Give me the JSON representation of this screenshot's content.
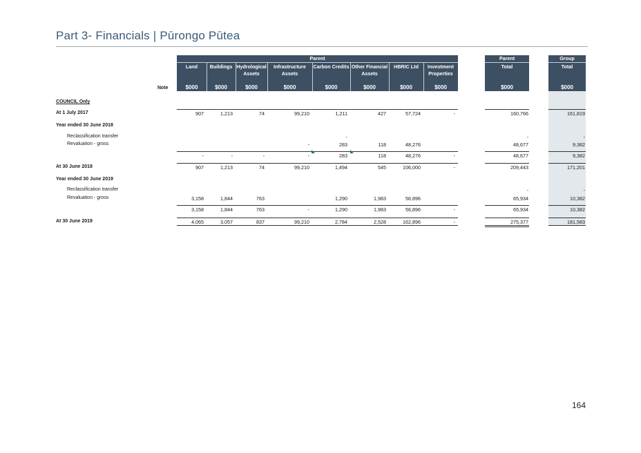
{
  "page": {
    "title": "Part 3- Financials | Pūrongo Pūtea",
    "page_number": "164"
  },
  "header": {
    "parent_band": "Parent",
    "parent_total_band": "Parent",
    "group_band": "Group",
    "note_label": "Note",
    "columns": [
      {
        "l1": "Land",
        "l2": "",
        "unit": "$000"
      },
      {
        "l1": "Buildings",
        "l2": "",
        "unit": "$000"
      },
      {
        "l1": "Hydrological",
        "l2": "Assets",
        "unit": "$000"
      },
      {
        "l1": "Infrastructure",
        "l2": "Assets",
        "unit": "$000"
      },
      {
        "l1": "Carbon Credits",
        "l2": "",
        "unit": "$000"
      },
      {
        "l1": "Other Financial",
        "l2": "Assets",
        "unit": "$000"
      },
      {
        "l1": "HBRIC Ltd",
        "l2": "",
        "unit": "$000"
      },
      {
        "l1": "Investment",
        "l2": "Properties",
        "unit": "$000"
      }
    ],
    "parent_total": {
      "label": "Total",
      "unit": "$000"
    },
    "group_total": {
      "label": "Total",
      "unit": "$000"
    }
  },
  "rows": {
    "council_only": "COUNCIL Only",
    "at_1_july_2017": {
      "label": "At 1 July 2017",
      "values": [
        "907",
        "1,213",
        "74",
        "99,210",
        "1,211",
        "427",
        "57,724",
        "-"
      ],
      "parent_total": "160,766",
      "group_total": "161,819"
    },
    "ye_2018": "Year ended 30 June 2018",
    "reclass_2018": {
      "label": "Reclassification transfer",
      "values": [
        "",
        "",
        "",
        "",
        "-",
        "",
        "",
        ""
      ],
      "parent_total": "-",
      "group_total": "-"
    },
    "reval_2018": {
      "label": "Revaluation - gross",
      "values": [
        "",
        "",
        "",
        "-",
        "283",
        "118",
        "48,276",
        ""
      ],
      "parent_total": "48,677",
      "group_total": "9,382"
    },
    "subtotal_2018": {
      "values": [
        "-",
        "-",
        "-",
        "-",
        "283",
        "118",
        "48,276",
        "-"
      ],
      "parent_total": "48,677",
      "group_total": "9,382"
    },
    "at_30_june_2018": {
      "label": "At 30 June 2018",
      "values": [
        "907",
        "1,213",
        "74",
        "99,210",
        "1,494",
        "545",
        "106,000",
        "-"
      ],
      "parent_total": "209,443",
      "group_total": "171,201"
    },
    "ye_2019": "Year ended 30 June 2019",
    "reclass_2019": {
      "label": "Reclassification transfer",
      "values": [
        "",
        "",
        "",
        "",
        "",
        "",
        "",
        ""
      ],
      "parent_total": "-",
      "group_total": "-"
    },
    "reval_2019": {
      "label": "Revaluation - gross",
      "values": [
        "3,158",
        "1,844",
        "763",
        "",
        "1,290",
        "1,983",
        "56,896",
        ""
      ],
      "parent_total": "65,934",
      "group_total": "10,382"
    },
    "subtotal_2019": {
      "values": [
        "3,158",
        "1,844",
        "763",
        "-",
        "1,290",
        "1,983",
        "56,896",
        "-"
      ],
      "parent_total": "65,934",
      "group_total": "10,382"
    },
    "at_30_june_2019": {
      "label": "At 30 June 2019",
      "values": [
        "4,065",
        "3,057",
        "837",
        "99,210",
        "2,784",
        "2,528",
        "162,896",
        "-"
      ],
      "parent_total": "275,377",
      "group_total": "181,583"
    }
  },
  "colors": {
    "header_bg": "#3d4f62",
    "group_shade": "#e3e8ed",
    "title": "#3a5a78",
    "tick": "#2e7d32"
  }
}
